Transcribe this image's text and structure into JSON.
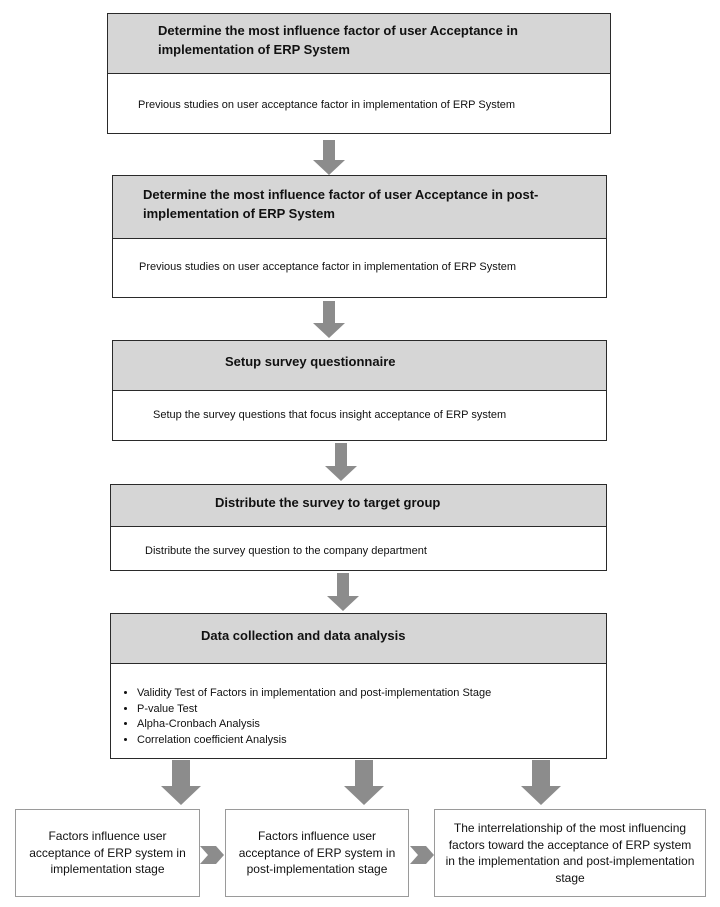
{
  "stages": [
    {
      "title": "Determine the most influence factor of user Acceptance in implementation of ERP System",
      "description": "Previous studies on user acceptance factor in implementation of ERP System"
    },
    {
      "title": "Determine the most influence factor of user Acceptance in post-implementation of ERP System",
      "description": "Previous studies on user acceptance factor in implementation of ERP System"
    },
    {
      "title": "Setup survey questionnaire",
      "description": "Setup the survey questions that focus insight acceptance of ERP system"
    },
    {
      "title": "Distribute the survey to target group",
      "description": "Distribute the survey question to the company department"
    },
    {
      "title": "Data collection and data analysis",
      "methods": [
        "Validity Test of Factors in implementation and post-implementation Stage",
        "P-value Test",
        "Alpha-Cronbach Analysis",
        "Correlation coefficient Analysis"
      ]
    }
  ],
  "outputs": [
    "Factors influence user acceptance of ERP system in implementation stage",
    "Factors influence user acceptance of ERP system in post-implementation stage",
    "The interrelationship of the most influencing factors toward the acceptance of ERP system in the implementation and post-implementation stage"
  ],
  "colors": {
    "header_fill": "#d6d6d6",
    "arrow_fill": "#8c8c8c",
    "border": "#2a2a2a"
  }
}
